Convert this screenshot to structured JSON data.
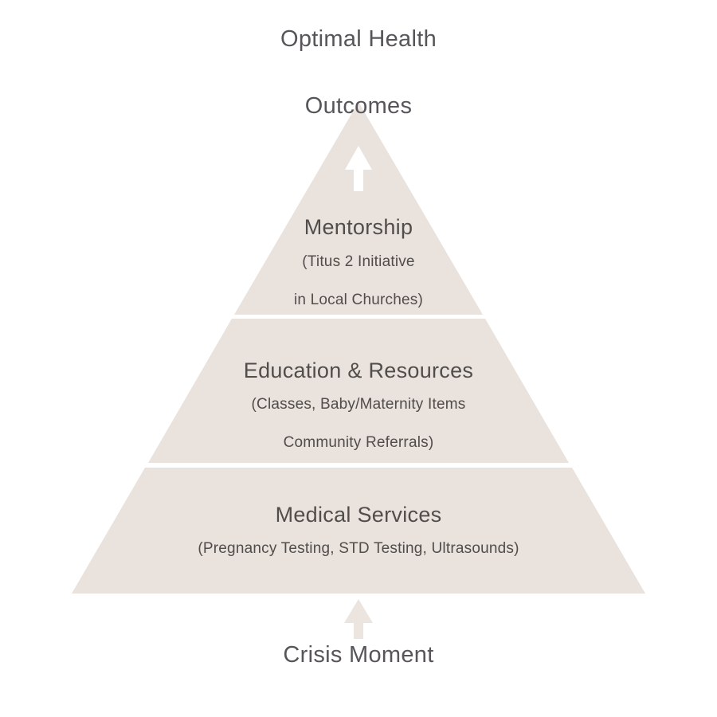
{
  "colors": {
    "background": "#ffffff",
    "pyramid_fill": "#e9e2dd",
    "divider": "#ffffff",
    "tier_text": "#514d4a",
    "outer_text": "#57555a",
    "pyramid_arrow": "#ffffff",
    "crisis_arrow": "#ebe4df"
  },
  "top_label": {
    "line1": "Optimal Health",
    "line2": "Outcomes"
  },
  "bottom_label": "Crisis Moment",
  "pyramid": {
    "tiers": [
      {
        "heading": "Mentorship",
        "sub_line1": "(Titus 2 Initiative",
        "sub_line2": "in Local Churches)"
      },
      {
        "heading": "Education & Resources",
        "sub_line1": "(Classes, Baby/Maternity Items",
        "sub_line2": "Community Referrals)"
      },
      {
        "heading": "Medical Services",
        "sub_line1": "(Pregnancy Testing, STD Testing, Ultrasounds)"
      }
    ]
  }
}
